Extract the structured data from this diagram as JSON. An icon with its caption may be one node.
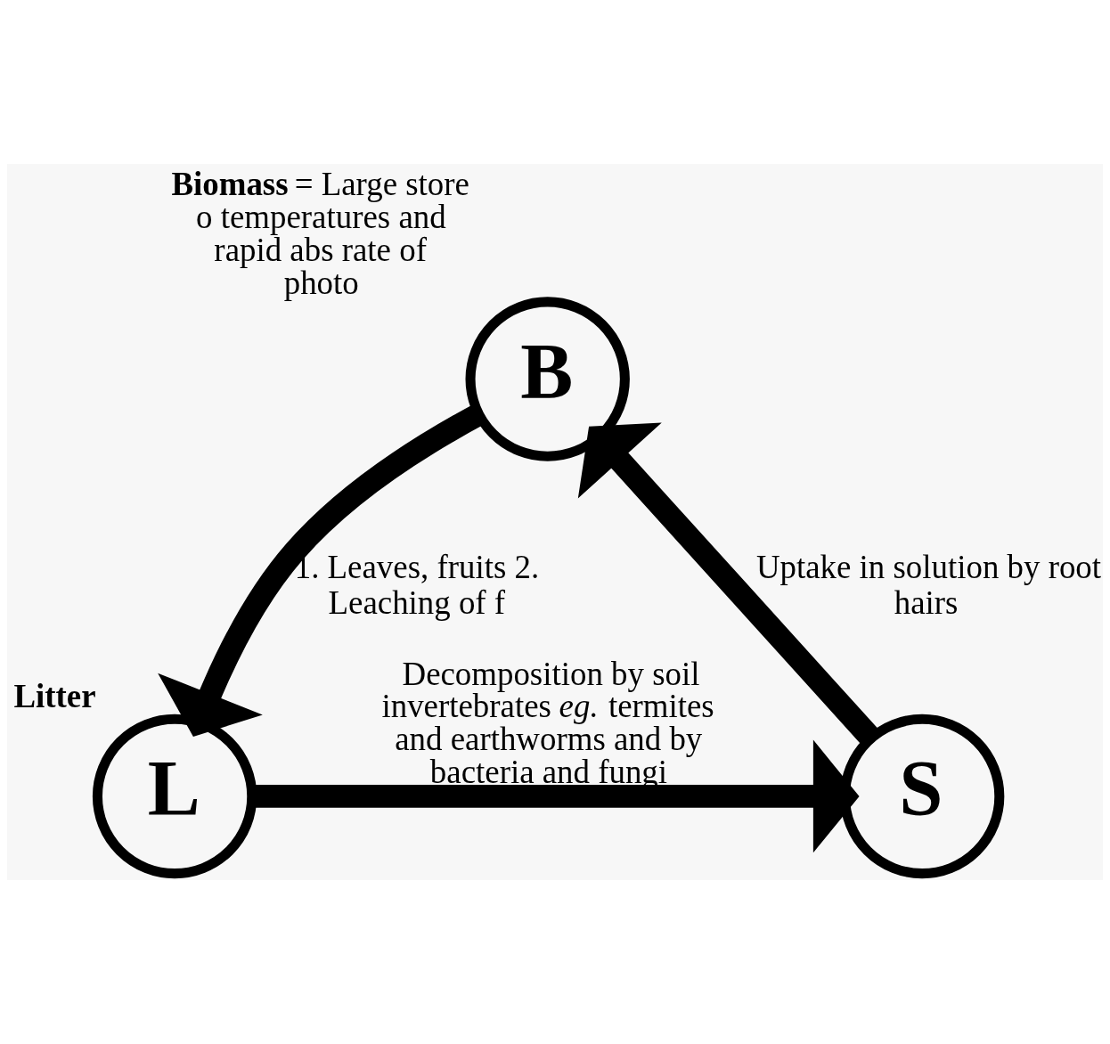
{
  "diagram": {
    "nodes": [
      {
        "text": [
          "B"
        ],
        "beside": [
          "**Biomass** = Large store o temperatures and rapid abs rate of photo"
        ]
      },
      {
        "text": [
          "L"
        ],
        "beside": [
          "**Litter**"
        ]
      },
      {
        "text": [
          "S"
        ]
      }
    ],
    "edges": [
      {
        "from": 2,
        "to": 0,
        "arrow": "to",
        "label": "Uptake in solution by root hairs"
      },
      {
        "from": 0,
        "to": 1,
        "arrow": "to",
        "label": "1. Leaves, fruits 2. Leaching of f"
      },
      {
        "from": 1,
        "to": 2,
        "arrow": "to",
        "label": "Decomposition by soil invertebrates *eg.* termites and earthworms and by bacteria and fungi"
      }
    ]
  }
}
